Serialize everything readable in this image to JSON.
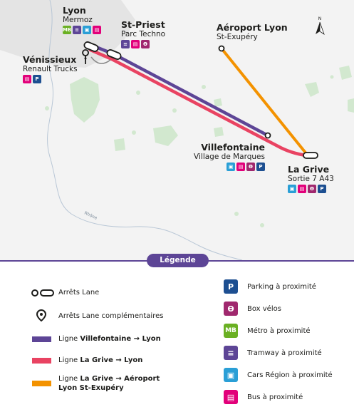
{
  "colors": {
    "purple_line": "#5d4596",
    "red_line": "#e94362",
    "orange_line": "#f39200",
    "parking": "#1d4f91",
    "bike": "#a0286e",
    "metro": "#6ab023",
    "tram": "#5d4596",
    "cars_region": "#2a9fd6",
    "bus": "#e2007a"
  },
  "north_label": "N",
  "river_label": "Rhône",
  "stations": {
    "lyon": {
      "title": "Lyon",
      "subtitle": "Mermoz",
      "icons": [
        "metro",
        "tram",
        "cars",
        "bus"
      ]
    },
    "st_priest": {
      "title": "St-Priest",
      "subtitle": "Parc Techno",
      "icons": [
        "tram",
        "bus",
        "bike"
      ]
    },
    "venissieux": {
      "title": "Vénissieux",
      "subtitle": "Renault Trucks",
      "icons": [
        "bus",
        "parking"
      ]
    },
    "aeroport": {
      "title": "Aéroport Lyon",
      "subtitle": "St-Exupéry"
    },
    "villefontaine": {
      "title": "Villefontaine",
      "subtitle": "Village de Marques",
      "icons": [
        "cars",
        "bus",
        "bike",
        "parking"
      ]
    },
    "la_grive": {
      "title": "La Grive",
      "subtitle": "Sortie 7 A43",
      "icons": [
        "cars",
        "bus",
        "bike",
        "parking"
      ]
    }
  },
  "legend": {
    "title": "Légende",
    "stops_label": "Arrêts Lane",
    "extra_stops_label": "Arrêts Lane complémentaires",
    "line1_prefix": "Ligne ",
    "line1_bold": "Villefontaine → Lyon",
    "line2_prefix": "Ligne ",
    "line2_bold": "La Grive → Lyon",
    "line3_prefix": "Ligne ",
    "line3_bold_a": "La Grive → Aéroport",
    "line3_bold_b": "Lyon St-Exupéry",
    "parking_label": "Parking à proximité",
    "bike_label": "Box vélos",
    "metro_label": "Métro à proximité",
    "tram_label": "Tramway à proximité",
    "cars_label": "Cars Région à proximité",
    "bus_label": "Bus à proximité"
  },
  "icon_glyphs": {
    "parking": "P",
    "metro": "MB",
    "bike": "ϴ",
    "tram": "≡",
    "cars": "▣",
    "bus": "▤"
  }
}
